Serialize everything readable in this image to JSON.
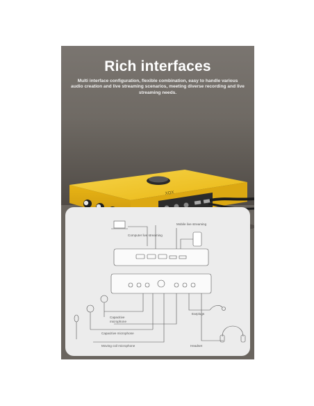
{
  "header": {
    "title": "Rich interfaces",
    "description": "Multi interface configuration, flexible combination, easy to handle various audio creation and live streaming scenarios, meeting diverse recording and live streaming needs."
  },
  "diagram": {
    "labels": {
      "laptop_label": "Computer live streaming",
      "phone_label": "Mobile live streaming",
      "capacitive_mic_1": "Capacitive\nmicrophone",
      "capacitive_mic_2": "Capacitive microphone",
      "moving_coil_mic": "Moving coil microphone",
      "earplugs": "Earplugs",
      "headset": "Headset"
    }
  },
  "colors": {
    "accent_yellow": "#f2c418",
    "panel_bg": "#6a655f",
    "diagram_bg": "#ececec"
  }
}
